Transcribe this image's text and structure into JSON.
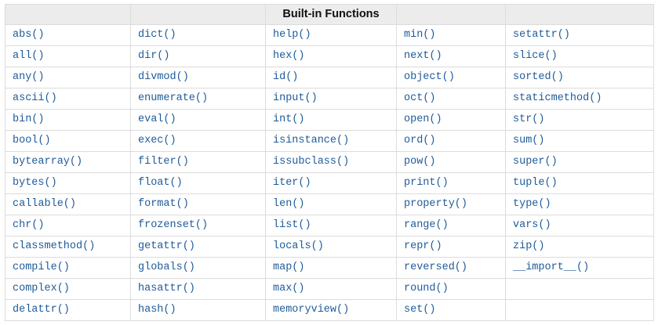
{
  "title": "Built-in Functions",
  "colors": {
    "link": "#1e5b99",
    "border": "#dcdcdc",
    "header_bg": "#ececec",
    "header_text": "#111111"
  },
  "rows": [
    [
      "abs()",
      "dict()",
      "help()",
      "min()",
      "setattr()"
    ],
    [
      "all()",
      "dir()",
      "hex()",
      "next()",
      "slice()"
    ],
    [
      "any()",
      "divmod()",
      "id()",
      "object()",
      "sorted()"
    ],
    [
      "ascii()",
      "enumerate()",
      "input()",
      "oct()",
      "staticmethod()"
    ],
    [
      "bin()",
      "eval()",
      "int()",
      "open()",
      "str()"
    ],
    [
      "bool()",
      "exec()",
      "isinstance()",
      "ord()",
      "sum()"
    ],
    [
      "bytearray()",
      "filter()",
      "issubclass()",
      "pow()",
      "super()"
    ],
    [
      "bytes()",
      "float()",
      "iter()",
      "print()",
      "tuple()"
    ],
    [
      "callable()",
      "format()",
      "len()",
      "property()",
      "type()"
    ],
    [
      "chr()",
      "frozenset()",
      "list()",
      "range()",
      "vars()"
    ],
    [
      "classmethod()",
      "getattr()",
      "locals()",
      "repr()",
      "zip()"
    ],
    [
      "compile()",
      "globals()",
      "map()",
      "reversed()",
      "__import__()"
    ],
    [
      "complex()",
      "hasattr()",
      "max()",
      "round()",
      ""
    ],
    [
      "delattr()",
      "hash()",
      "memoryview()",
      "set()",
      ""
    ]
  ]
}
